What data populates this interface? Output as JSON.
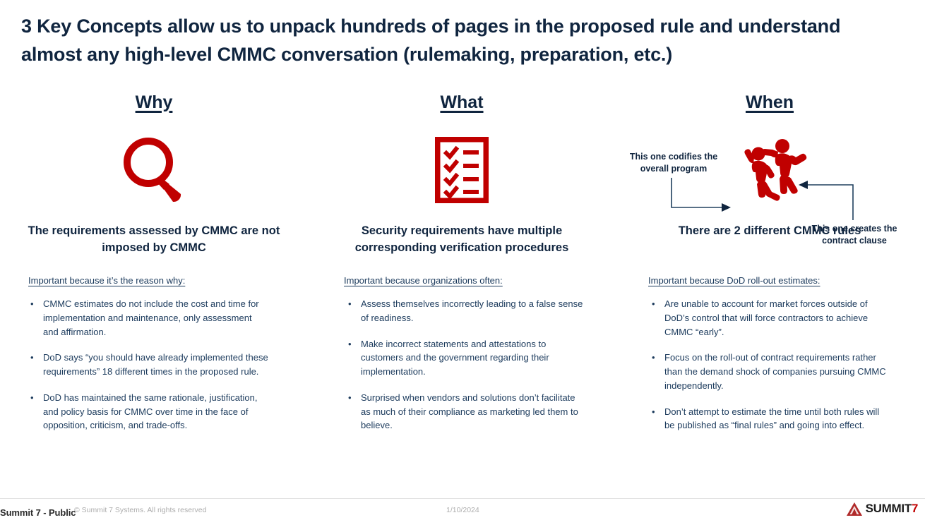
{
  "slide": {
    "title": "3 Key Concepts allow us to unpack hundreds of pages in the proposed rule and understand almost any high-level CMMC conversation (rulemaking, preparation, etc.)",
    "accent_red": "#C00000",
    "accent_navy": "#10253F",
    "body_navy": "#1B3A5C",
    "background": "#FFFFFF"
  },
  "columns": [
    {
      "heading": "Why",
      "icon": "magnifying-glass-icon",
      "subtitle": "The requirements assessed by CMMC are not imposed by CMMC",
      "lead_in": "Important because it’s the reason why:",
      "bullets": [
        "CMMC estimates do not include the cost and time for implementation and maintenance, only assessment and affirmation.",
        "DoD says “you should have already implemented these requirements” 18 different times in the proposed rule.",
        "DoD has maintained the same rationale, justification, and policy basis for CMMC over time in the face of opposition, criticism, and trade-offs."
      ]
    },
    {
      "heading": "What",
      "icon": "checklist-clipboard-icon",
      "subtitle": "Security requirements have multiple corresponding verification procedures",
      "lead_in": "Important because organizations often:",
      "bullets": [
        "Assess themselves incorrectly leading to a false sense of readiness.",
        "Make incorrect statements and attestations to customers and the government regarding their implementation.",
        "Surprised when vendors and solutions don’t facilitate as much of their compliance as marketing led them to believe."
      ]
    },
    {
      "heading": "When",
      "icon": "two-dancing-people-icon",
      "subtitle": "There are 2 different CMMC rules",
      "lead_in": "Important because DoD roll-out estimates:",
      "bullets": [
        "Are unable to account for market forces outside of DoD’s control that will force contractors to achieve CMMC “early”.",
        "Focus on the roll-out of contract requirements rather than the demand shock of companies pursuing CMMC independently.",
        "Don’t attempt to estimate the time until both rules will be published as “final rules” and going into effect."
      ],
      "annotations": [
        {
          "text": "This one codifies the\noverall program",
          "position": "left",
          "connector": "elbow-arrow-right"
        },
        {
          "text": "This one creates the\ncontract clause",
          "position": "right",
          "connector": "elbow-arrow-left"
        }
      ]
    }
  ],
  "footer": {
    "classification": "Summit 7 - Public",
    "copyright": "© Summit 7 Systems. All rights reserved",
    "date": "1/10/2024",
    "logo_text": "SUMMIT",
    "logo_accent": "7"
  }
}
